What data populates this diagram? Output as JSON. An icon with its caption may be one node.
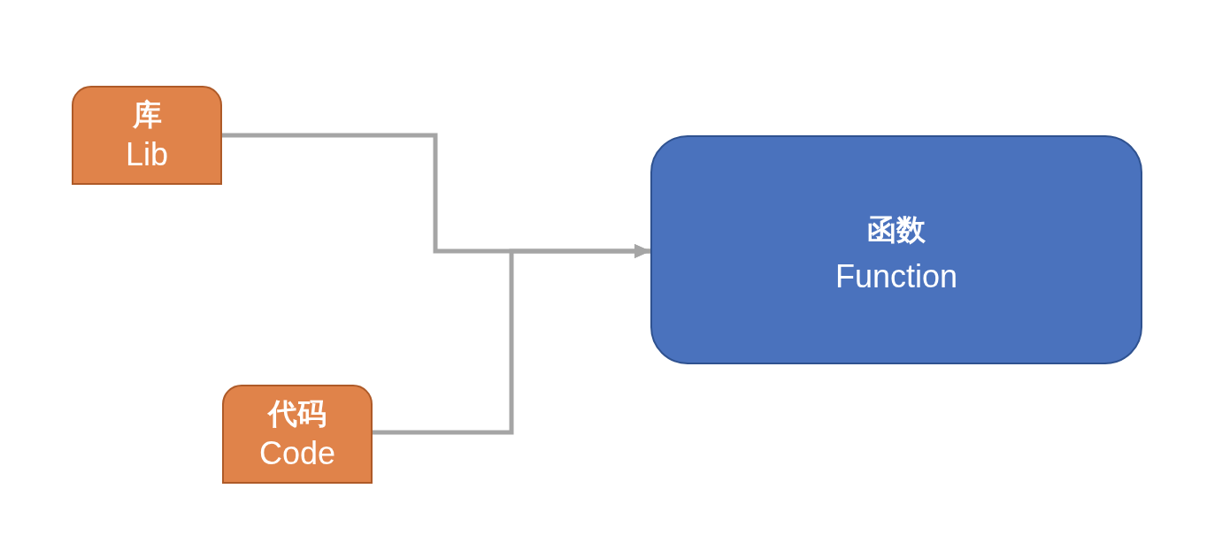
{
  "diagram": {
    "nodes": [
      {
        "text": [
          "库",
          "Lib"
        ]
      },
      {
        "text": [
          "代码",
          "Code"
        ]
      },
      {
        "text": [
          "函数",
          "Function"
        ]
      }
    ],
    "edges": [
      {
        "from": 0,
        "to": 2,
        "arrow": "to"
      },
      {
        "from": 1,
        "to": 2,
        "arrow": "to"
      }
    ]
  }
}
